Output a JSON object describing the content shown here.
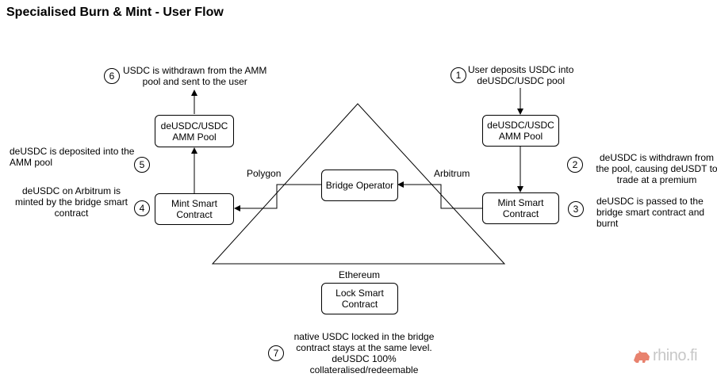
{
  "title": "Specialised Burn & Mint - User Flow",
  "networks": {
    "polygon": "Polygon",
    "arbitrum": "Arbitrum",
    "ethereum": "Ethereum"
  },
  "boxes": {
    "left_amm": "deUSDC/USDC\nAMM Pool",
    "left_mint": "Mint Smart\nContract",
    "right_amm": "deUSDC/USDC\nAMM Pool",
    "right_mint": "Mint Smart\nContract",
    "bridge": "Bridge Operator",
    "lock": "Lock Smart\nContract"
  },
  "steps": [
    {
      "num": "1",
      "text": "User deposits USDC into\ndeUSDC/USDC pool"
    },
    {
      "num": "2",
      "text": "deUSDC is withdrawn from\nthe pool, causing deUSDT to\ntrade at a premium"
    },
    {
      "num": "3",
      "text": "deUSDC is passed to the\nbridge smart contract and\nburnt"
    },
    {
      "num": "4",
      "text": "deUSDC on Arbitrum is\nminted by the bridge smart\ncontract"
    },
    {
      "num": "5",
      "text": "deUSDC is deposited into the\nAMM pool"
    },
    {
      "num": "6",
      "text": "USDC is withdrawn from the AMM\npool and sent to the user"
    },
    {
      "num": "7",
      "text": "native USDC locked in the bridge\ncontract stays at the same level.\ndeUSDC 100%\ncollateralised/redeemable"
    }
  ],
  "logo": {
    "text": "rhino.fi",
    "color": "#e8826e"
  },
  "icons": [
    "rhino-logo-icon"
  ]
}
